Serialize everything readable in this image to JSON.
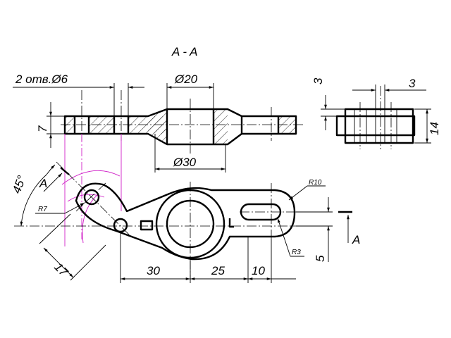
{
  "section": {
    "title": "A - A"
  },
  "dimensions": {
    "holes": "2 отв.Ø6",
    "hub_top": "Ø20",
    "hub_bottom": "Ø30",
    "thickness": "7",
    "small_top": "3",
    "small_right": "3",
    "small_height": "14",
    "angle": "45°",
    "view_letter_left": "A",
    "view_letter_right": "A",
    "radius_left": "R7",
    "radius_top": "R10",
    "radius_slot": "R3",
    "dist_17": "17",
    "dist_30": "30",
    "dist_25": "25",
    "dist_10": "10",
    "dist_5": "5"
  }
}
